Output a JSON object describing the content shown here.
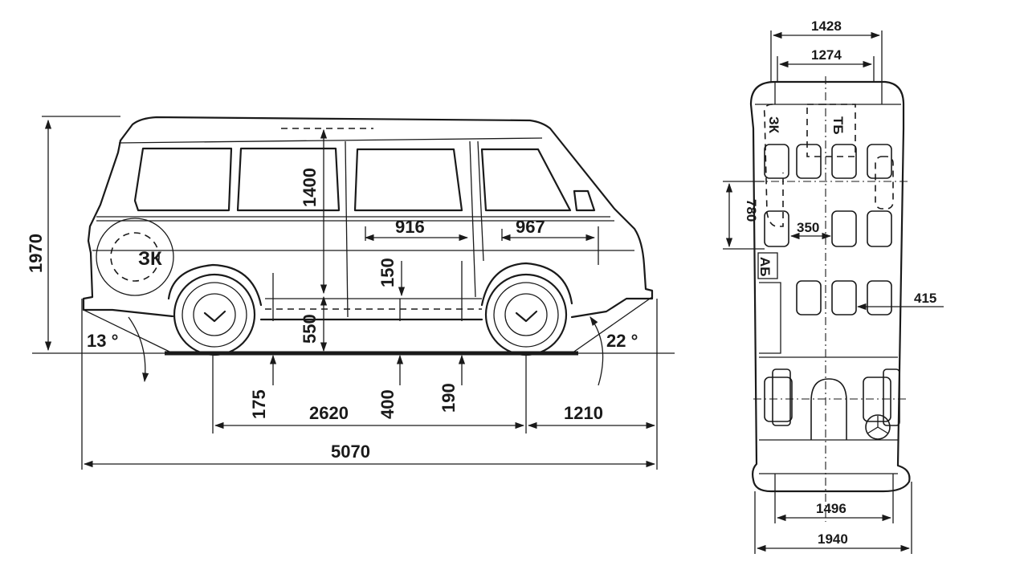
{
  "side_view": {
    "dimensions": {
      "overall_length": "5070",
      "wheelbase": "2620",
      "rear_overhang": "1210",
      "overall_height": "1970",
      "interior_height": "1400",
      "floor_height": "550",
      "step_height": "150",
      "door_width_middle": "916",
      "door_width_front": "967",
      "ground_clearance_rear": "175",
      "ground_clearance_middle": "400",
      "ground_clearance_front": "190",
      "departure_angle": "13 °",
      "approach_angle": "22 °"
    },
    "markers": {
      "spare_wheel": "ЗК"
    }
  },
  "top_view": {
    "dimensions": {
      "roof_width_outer": "1428",
      "roof_width_inner": "1274",
      "seat_pitch": "780",
      "aisle_width": "350",
      "seat_offset": "415",
      "track_width": "1496",
      "overall_width": "1940"
    },
    "markers": {
      "spare_wheel": "ЗК",
      "fuel_tank": "ТБ",
      "battery": "АБ"
    }
  }
}
